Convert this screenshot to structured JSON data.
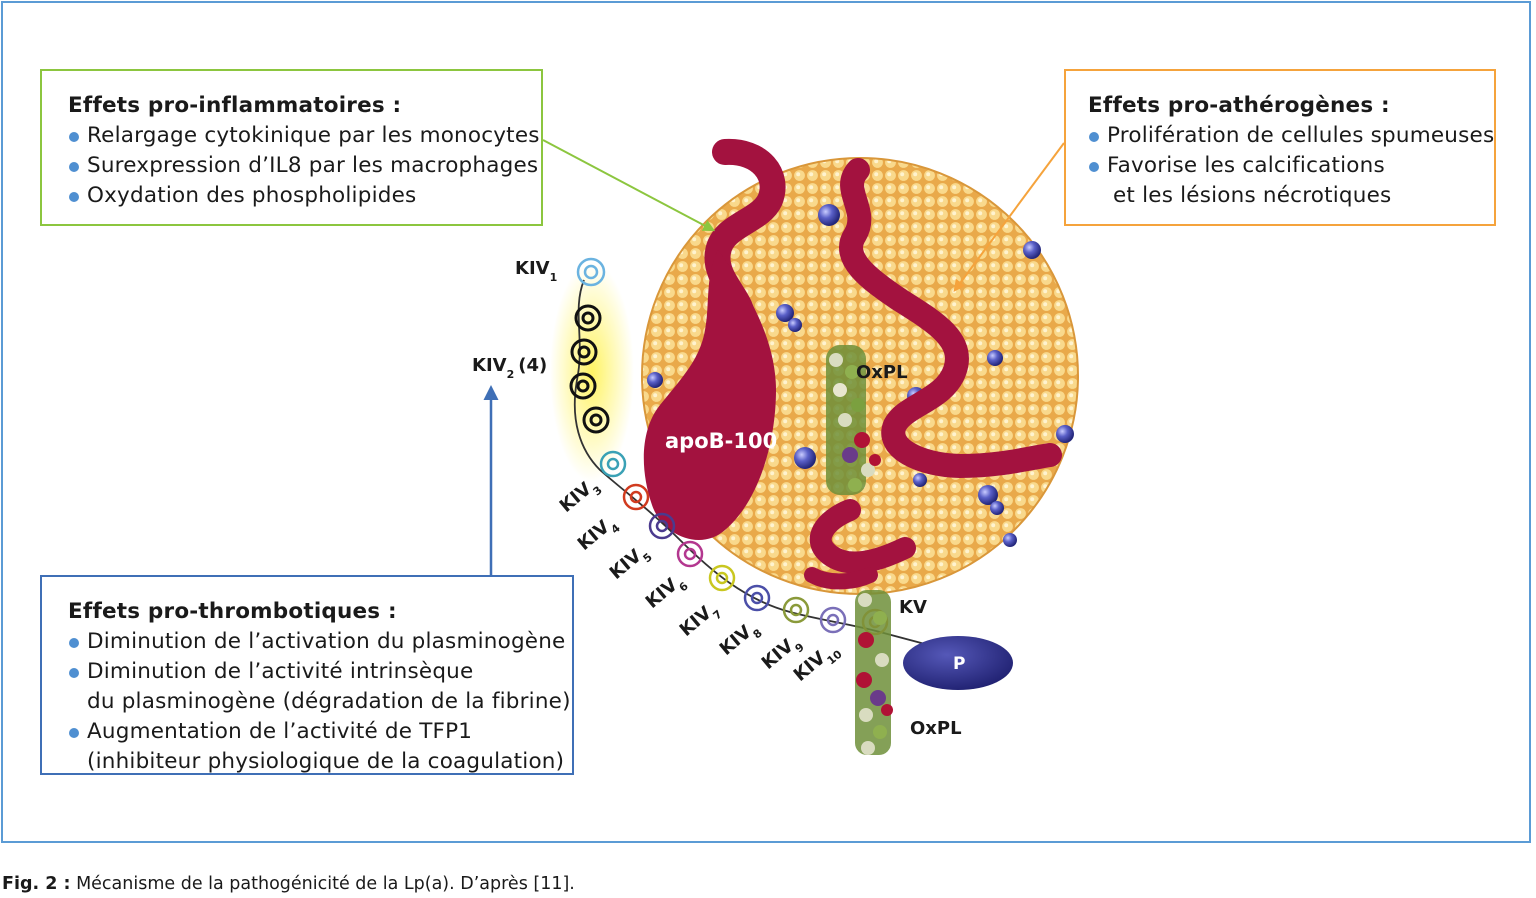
{
  "boxes": {
    "inflammatory": {
      "title": "Effets pro-inflammatoires :",
      "items": [
        "Relargage cytokinique par les monocytes",
        "Surexpression d’IL8 par les macrophages",
        "Oxydation des phospholipides"
      ],
      "color": "#8cc63f"
    },
    "atherogenic": {
      "title": "Effets pro-athérogènes :",
      "items": [
        "Prolifération de cellules spumeuses",
        "Favorise les calcifications"
      ],
      "continuation": "et les lésions nécrotiques",
      "color": "#f5a33c"
    },
    "thrombotic": {
      "title": "Effets pro-thrombotiques :",
      "items": [
        "Diminution de l’activation du plasminogène",
        "Diminution de l’activité intrinsèque",
        "Augmentation de l’activité de TFP1"
      ],
      "continuations": [
        "du plasminogène (dégradation de la fibrine)",
        "(inhibiteur physiologique de la coagulation)"
      ],
      "color": "#3f6fb6"
    }
  },
  "labels": {
    "kiv1_main": "KIV",
    "kiv1_sub": "1",
    "kiv2_main": "KIV",
    "kiv2_sub": "2",
    "kiv2_suffix": "(4)",
    "kiv3_main": "KIV",
    "kiv3_sub": "3",
    "kiv4_main": "KIV",
    "kiv4_sub": "4",
    "kiv5_main": "KIV",
    "kiv5_sub": "5",
    "kiv6_main": "KIV",
    "kiv6_sub": "6",
    "kiv7_main": "KIV",
    "kiv7_sub": "7",
    "kiv8_main": "KIV",
    "kiv8_sub": "8",
    "kiv9_main": "KIV",
    "kiv9_sub": "9",
    "kiv10_main": "KIV",
    "kiv10_sub": "10",
    "apob": "apoB-100",
    "oxpl_top": "OxPL",
    "oxpl_bottom": "OxPL",
    "kv": "KV",
    "p": "P"
  },
  "caption": {
    "label": "Fig. 2 :",
    "text": " Mécanisme de la pathogénicité de la Lp(a). D’après [11]."
  },
  "colors": {
    "particle": "#f0b95a",
    "apob": "#a3123f",
    "p_protein": "#2b2d7c",
    "sphere_blue": "#4a4fb0",
    "frame": "#5b9bd5",
    "bullet": "#4f8fd1"
  }
}
